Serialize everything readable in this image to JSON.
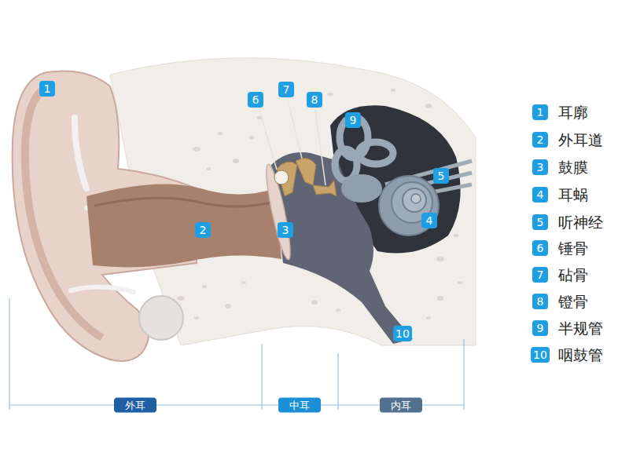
{
  "diagram": {
    "nodes": [
      {
        "text": [
          "外耳"
        ]
      },
      {
        "text": [
          "中耳"
        ]
      },
      {
        "text": [
          "内耳"
        ]
      }
    ],
    "labels": [
      "1",
      "2",
      "3",
      "4",
      "5",
      "6",
      "7",
      "8",
      "9",
      "10",
      "1",
      "耳廓",
      "2",
      "外耳道",
      "3",
      "鼓膜",
      "4",
      "耳蜗",
      "5",
      "听神经",
      "6",
      "锤骨",
      "7",
      "砧骨",
      "8",
      "镫骨",
      "9",
      "半规管",
      "10",
      "咽鼓管"
    ]
  }
}
